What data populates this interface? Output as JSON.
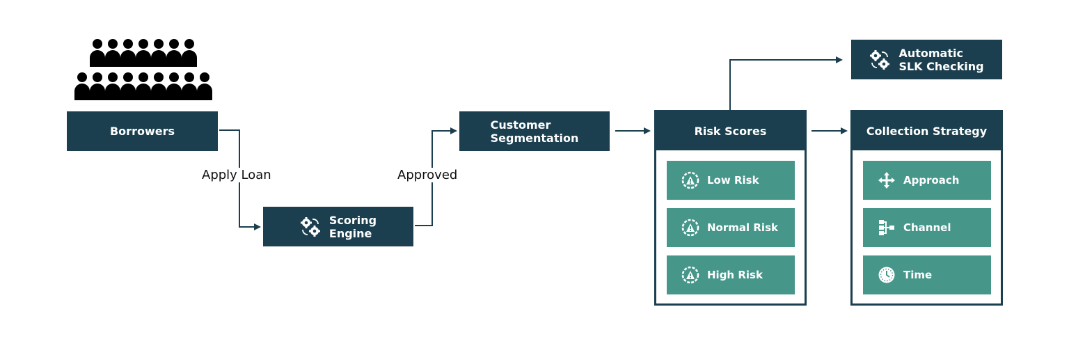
{
  "nodes": {
    "borrowers": "Borrowers",
    "scoring_engine": [
      "Scoring",
      "Engine"
    ],
    "customer_segmentation": [
      "Customer",
      "Segmentation"
    ],
    "automatic_slk": [
      "Automatic",
      "SLK Checking"
    ]
  },
  "edges": {
    "apply_loan": "Apply Loan",
    "approved": "Approved"
  },
  "risk_scores": {
    "title": "Risk Scores",
    "items": [
      {
        "label": "Low Risk",
        "icon": "gauge-warning-icon"
      },
      {
        "label": "Normal Risk",
        "icon": "gauge-warning-icon"
      },
      {
        "label": "High Risk",
        "icon": "gauge-warning-icon"
      }
    ]
  },
  "collection_strategy": {
    "title": "Collection Strategy",
    "items": [
      {
        "label": "Approach",
        "icon": "arrows-move-icon"
      },
      {
        "label": "Channel",
        "icon": "hierarchy-icon"
      },
      {
        "label": "Time",
        "icon": "clock-icon"
      }
    ]
  },
  "colors": {
    "dark": "#1b3f4e",
    "teal": "#46968a",
    "text": "#111111"
  }
}
